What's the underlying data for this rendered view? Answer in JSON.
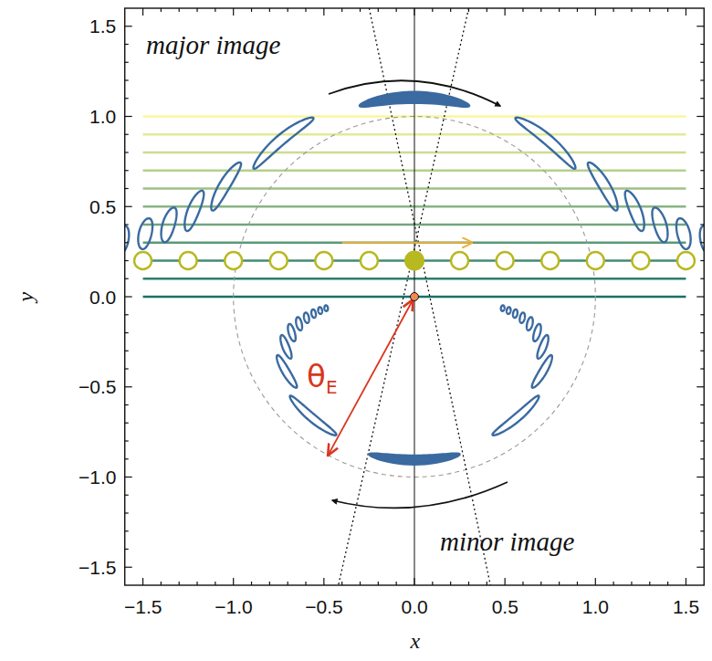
{
  "diagram": {
    "labels": [
      "major image",
      "minor image",
      "θ",
      "E",
      "y",
      "x",
      "1.5",
      "1.0",
      "0.5",
      "0.0",
      "−0.5",
      "−1.0",
      "−1.5",
      "−1.5",
      "−1.0",
      "−0.5",
      "0.0",
      "0.5",
      "1.0",
      "1.5"
    ]
  }
}
